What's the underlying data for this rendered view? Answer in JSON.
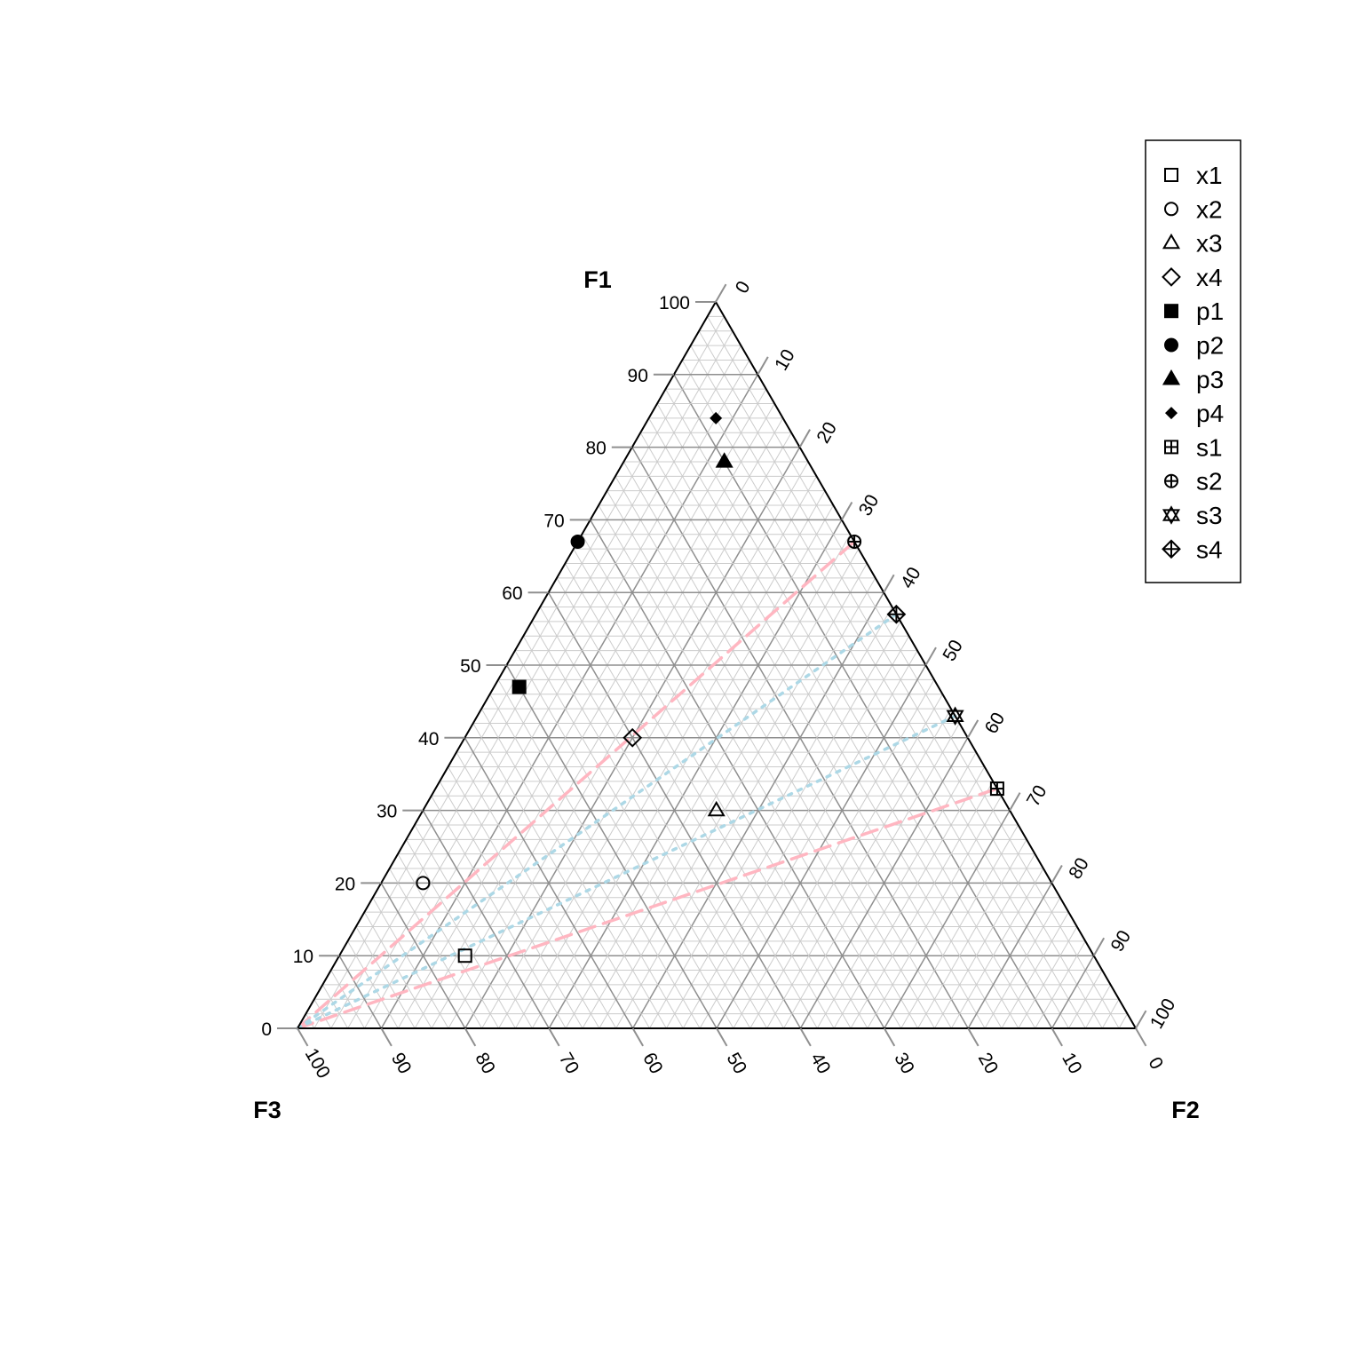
{
  "chart_data": {
    "type": "scatter",
    "subtype": "ternary",
    "axes": {
      "top": {
        "title": "F1"
      },
      "right": {
        "title": "F2"
      },
      "left": {
        "title": "F3"
      }
    },
    "ticks": [
      "0",
      "10",
      "20",
      "30",
      "40",
      "50",
      "60",
      "70",
      "80",
      "90",
      "100"
    ],
    "grid": true,
    "legend_position": "top-right",
    "points": [
      {
        "name": "x1",
        "F1": 10,
        "F2": 15,
        "F3": 75,
        "marker": "open-square"
      },
      {
        "name": "x2",
        "F1": 20,
        "F2": 5,
        "F3": 75,
        "marker": "open-circle"
      },
      {
        "name": "x3",
        "F1": 30,
        "F2": 35,
        "F3": 35,
        "marker": "open-triangle"
      },
      {
        "name": "x4",
        "F1": 40,
        "F2": 20,
        "F3": 40,
        "marker": "open-diamond"
      },
      {
        "name": "p1",
        "F1": 47,
        "F2": 3,
        "F3": 50,
        "marker": "filled-square"
      },
      {
        "name": "p2",
        "F1": 67,
        "F2": 0,
        "F3": 33,
        "marker": "filled-circle"
      },
      {
        "name": "p3",
        "F1": 78,
        "F2": 12,
        "F3": 10,
        "marker": "filled-triangle"
      },
      {
        "name": "p4",
        "F1": 84,
        "F2": 8,
        "F3": 8,
        "marker": "filled-diamond"
      },
      {
        "name": "s1",
        "F1": 33,
        "F2": 67,
        "F3": 0,
        "marker": "square-plus"
      },
      {
        "name": "s2",
        "F1": 67,
        "F2": 33,
        "F3": 0,
        "marker": "circle-plus"
      },
      {
        "name": "s3",
        "F1": 43,
        "F2": 57,
        "F3": 0,
        "marker": "star-of-david"
      },
      {
        "name": "s4",
        "F1": 57,
        "F2": 43,
        "F3": 0,
        "marker": "diamond-plus"
      }
    ],
    "lines": [
      {
        "from": {
          "F1": 0,
          "F2": 0,
          "F3": 100
        },
        "to": {
          "F1": 67,
          "F2": 33,
          "F3": 0
        },
        "style": "dashed",
        "color": "#ffb6c1"
      },
      {
        "from": {
          "F1": 0,
          "F2": 0,
          "F3": 100
        },
        "to": {
          "F1": 33,
          "F2": 67,
          "F3": 0
        },
        "style": "dashed",
        "color": "#ffb6c1"
      },
      {
        "from": {
          "F1": 0,
          "F2": 0,
          "F3": 100
        },
        "to": {
          "F1": 57,
          "F2": 43,
          "F3": 0
        },
        "style": "dotted",
        "color": "#add8e6"
      },
      {
        "from": {
          "F1": 0,
          "F2": 0,
          "F3": 100
        },
        "to": {
          "F1": 43,
          "F2": 57,
          "F3": 0
        },
        "style": "dotted",
        "color": "#add8e6"
      }
    ],
    "legend": [
      "x1",
      "x2",
      "x3",
      "x4",
      "p1",
      "p2",
      "p3",
      "p4",
      "s1",
      "s2",
      "s3",
      "s4"
    ]
  }
}
